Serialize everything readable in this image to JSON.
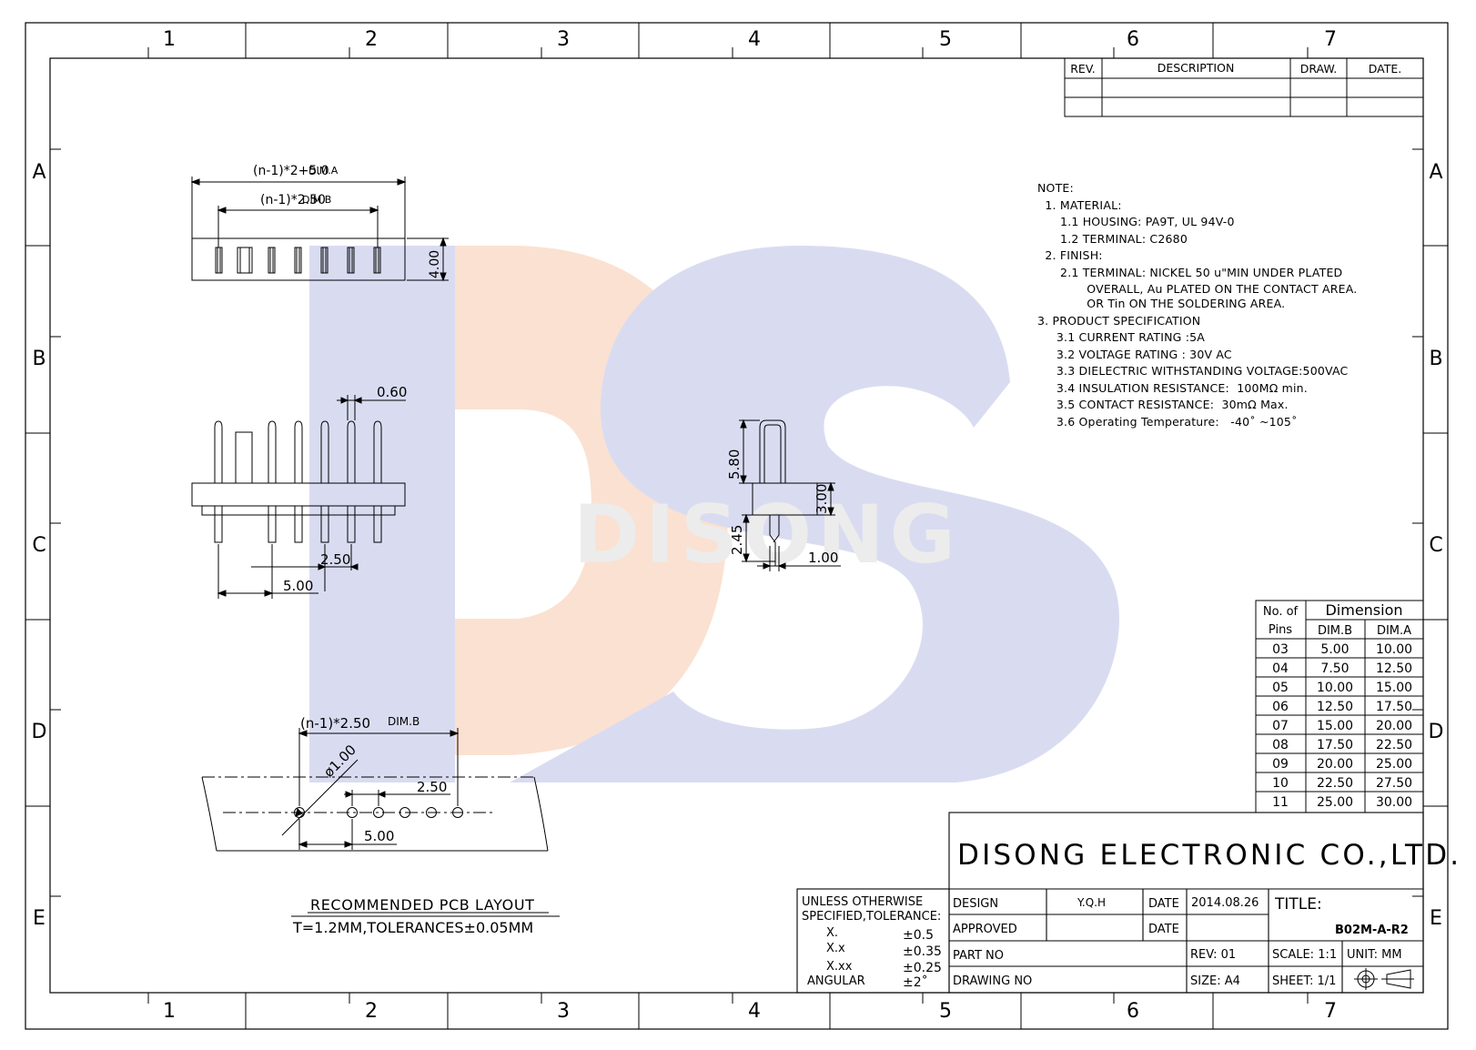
{
  "frame": {
    "col_labels": [
      "1",
      "2",
      "3",
      "4",
      "5",
      "6",
      "7"
    ],
    "row_labels": [
      "A",
      "B",
      "C",
      "D",
      "E"
    ]
  },
  "watermark": {
    "text": "DISONG",
    "colors": {
      "blue": "#d9dcf1",
      "orange": "#fbe1d1"
    }
  },
  "revision_table": {
    "headers": [
      "REV.",
      "DESCRIPTION",
      "DRAW.",
      "DATE."
    ]
  },
  "notes": [
    "NOTE:",
    "  1. MATERIAL:",
    "      1.1 HOUSING: PA9T, UL 94V-0",
    "      1.2 TERMINAL: C2680",
    "  2. FINISH:",
    "      2.1 TERMINAL: NICKEL 50 u\"MIN UNDER PLATED",
    "             OVERALL, Au PLATED ON THE CONTACT AREA.",
    "             OR Tin ON THE SOLDERING AREA.",
    "3. PRODUCT SPECIFICATION",
    "     3.1 CURRENT RATING :5A",
    "     3.2 VOLTAGE RATING : 30V AC",
    "     3.3 DIELECTRIC WITHSTANDING VOLTAGE:500VAC",
    "     3.4 INSULATION RESISTANCE:  100MΩ min.",
    "     3.5 CONTACT RESISTANCE:  30mΩ Max.",
    "     3.6 Operating Temperature:   -40˚ ~105˚"
  ],
  "top_view": {
    "dim_a_formula": "(n-1)*2+5.0",
    "dim_a_name": "DIM.A",
    "dim_b_formula": "(n-1)*2.50",
    "dim_b_name": "DIM.B",
    "height": "4.00"
  },
  "front_view": {
    "pin_width": "0.60",
    "pitch": "2.50",
    "span": "5.00"
  },
  "side_view": {
    "pin_height": "5.80",
    "housing_height": "3.00",
    "tail": "2.45",
    "width": "1.00"
  },
  "pcb_layout": {
    "formula": "(n-1)*2.50",
    "dim_name": "DIM.B",
    "hole": "ø1.00",
    "pitch": "2.50",
    "span": "5.00",
    "title": "RECOMMENDED PCB LAYOUT",
    "subtitle": "T=1.2MM,TOLERANCES±0.05MM"
  },
  "dimension_table": {
    "header_pins_line1": "No. of",
    "header_pins_line2": "Pins",
    "header_group": "Dimension",
    "header_b": "DIM.B",
    "header_a": "DIM.A",
    "rows": [
      [
        "03",
        "5.00",
        "10.00"
      ],
      [
        "04",
        "7.50",
        "12.50"
      ],
      [
        "05",
        "10.00",
        "15.00"
      ],
      [
        "06",
        "12.50",
        "17.50"
      ],
      [
        "07",
        "15.00",
        "20.00"
      ],
      [
        "08",
        "17.50",
        "22.50"
      ],
      [
        "09",
        "20.00",
        "25.00"
      ],
      [
        "10",
        "22.50",
        "27.50"
      ],
      [
        "11",
        "25.00",
        "30.00"
      ]
    ]
  },
  "title_block": {
    "company": "DISONG ELECTRONIC CO.,LTD.",
    "tolerance_heading_1": "UNLESS OTHERWISE",
    "tolerance_heading_2": "SPECIFIED,TOLERANCE:",
    "tolerances": [
      [
        "X.",
        "±0.5"
      ],
      [
        "X.x",
        "±0.35"
      ],
      [
        "X.xx",
        "±0.25"
      ],
      [
        "ANGULAR",
        "±2˚"
      ]
    ],
    "design_label": "DESIGN",
    "design_value": "Y.Q.H",
    "date_label": "DATE",
    "date_value": "2014.08.26",
    "approved_label": "APPROVED",
    "date_label_2": "DATE",
    "title_label": "TITLE:",
    "title_value": "B02M-A-R2",
    "part_no_label": "PART NO",
    "rev": "REV: 01",
    "scale": "SCALE: 1:1",
    "unit": "UNIT: MM",
    "drawing_no_label": "DRAWING NO",
    "size": "SIZE: A4",
    "sheet": "SHEET: 1/1"
  }
}
